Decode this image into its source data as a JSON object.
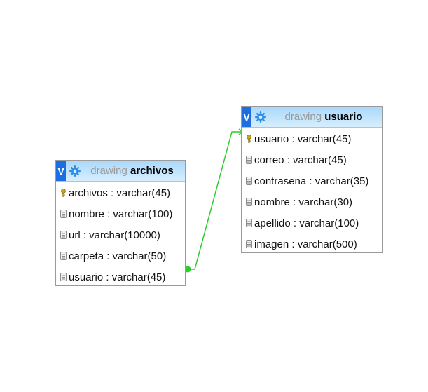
{
  "colors": {
    "header_gradient_top": "#a9d8fb",
    "header_gradient_bottom": "#d7eefd",
    "toggle": "#1b6fe0",
    "border": "#9a9a9a",
    "relation_line": "#2ecc2e"
  },
  "tables": {
    "archivos": {
      "toggle_label": "V",
      "database": "drawing",
      "name": "archivos",
      "columns": [
        {
          "text": "archivos : varchar(45)",
          "icon": "primary-key-icon"
        },
        {
          "text": "nombre : varchar(100)",
          "icon": "column-icon"
        },
        {
          "text": "url : varchar(10000)",
          "icon": "column-icon"
        },
        {
          "text": "carpeta : varchar(50)",
          "icon": "column-icon"
        },
        {
          "text": "usuario : varchar(45)",
          "icon": "column-icon"
        }
      ]
    },
    "usuario": {
      "toggle_label": "V",
      "database": "drawing",
      "name": "usuario",
      "columns": [
        {
          "text": "usuario : varchar(45)",
          "icon": "primary-key-icon"
        },
        {
          "text": "correo : varchar(45)",
          "icon": "column-icon"
        },
        {
          "text": "contrasena : varchar(35)",
          "icon": "column-icon"
        },
        {
          "text": "nombre : varchar(30)",
          "icon": "column-icon"
        },
        {
          "text": "apellido : varchar(100)",
          "icon": "column-icon"
        },
        {
          "text": "imagen : varchar(500)",
          "icon": "column-icon"
        }
      ]
    }
  },
  "relation": {
    "from": "archivos.usuario",
    "to": "usuario.usuario"
  }
}
